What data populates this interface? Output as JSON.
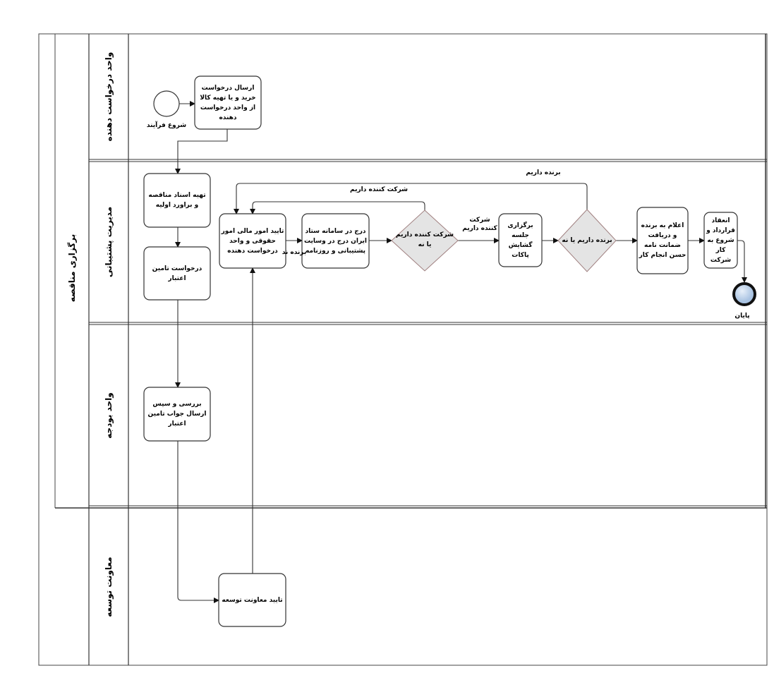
{
  "pool": {
    "label": "برگزاری مناقصه"
  },
  "lanes": [
    {
      "label": "واحد درخواست دهنده"
    },
    {
      "label": "مدیریت پشتیبانی"
    },
    {
      "label": "واحد بودجه"
    },
    {
      "label": "معاونت توسعه"
    }
  ],
  "events": {
    "start": "شروع فرآیند",
    "end": "پایان"
  },
  "tasks": [
    "ارسال درخواست خرید و یا تهیه کالا از واحد درخواست دهنده",
    "تهیه اسناد مناقصه و براورد اولیه",
    "درخواست تامین اعتبار",
    "بررسی و سپس ارسال جواب تامین اعتبار",
    "تایید معاونت توسعه",
    "تایید امور مالی امور حقوقی و واحد درخواست دهنده",
    "درج در سامانه ستاد ایران درج در وسایت پشتیبانی و روزنامه",
    "برگزاری جلسه گشایش پاکات",
    "اعلام به برنده و دریافت ضمانت نامه حسن انجام کار",
    "انعقاد قرارداد و شروع به کار شرکت"
  ],
  "gateways": [
    "شرکت کننده داریم یا نه",
    "برنده داریم یا نه"
  ],
  "flow_labels": {
    "participants_loop": "شرکت کننده داریم",
    "participants_yes": "شرکت کننده داریم",
    "winner_loop": "برنده داریم",
    "winner_partial": "برنده ند"
  }
}
